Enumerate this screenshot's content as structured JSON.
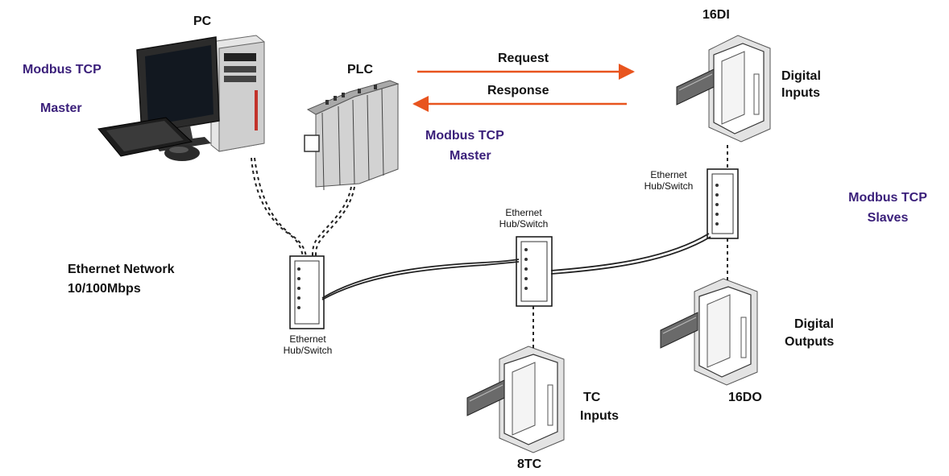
{
  "labels": {
    "pc": "PC",
    "pc_role_line1": "Modbus TCP",
    "pc_role_line2": "Master",
    "plc": "PLC",
    "plc_role_line1": "Modbus TCP",
    "plc_role_line2": "Master",
    "request": "Request",
    "response": "Response",
    "module_16di": "16DI",
    "digital_inputs_line1": "Digital",
    "digital_inputs_line2": "Inputs",
    "slaves_line1": "Modbus TCP",
    "slaves_line2": "Slaves",
    "network_line1": "Ethernet Network",
    "network_line2": "10/100Mbps",
    "digital_outputs_line1": "Digital",
    "digital_outputs_line2": "Outputs",
    "module_16do": "16DO",
    "tc_inputs_line1": "TC",
    "tc_inputs_line2": "Inputs",
    "module_8tc": "8TC",
    "switches": [
      {
        "line1": "Ethernet",
        "line2": "Hub/Switch"
      },
      {
        "line1": "Ethernet",
        "line2": "Hub/Switch"
      },
      {
        "line1": "Ethernet",
        "line2": "Hub/Switch"
      }
    ]
  },
  "colors": {
    "arrow": "#e8541e",
    "purple_text": "#3a1f7a",
    "device_gray": "#bdbdbd"
  }
}
